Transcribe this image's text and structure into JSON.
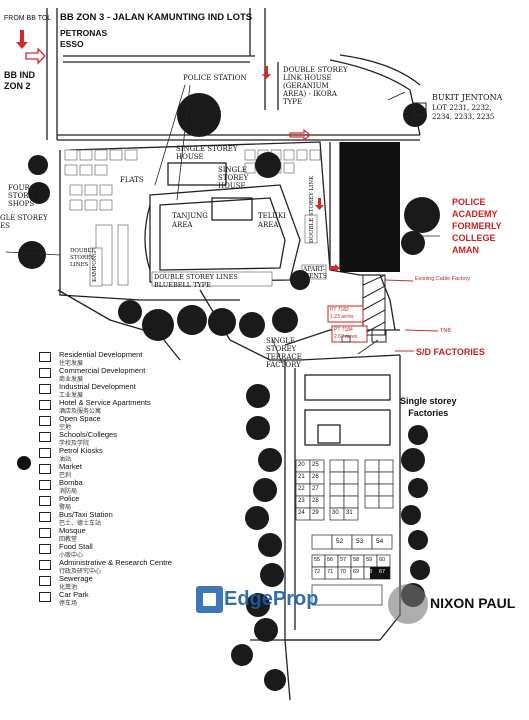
{
  "header": {
    "from_bb_toll": "FROM BB TOL",
    "zone3": "BB ZON 3 - JALAN KAMUNTING IND LOTS",
    "petronas": "PETRONAS",
    "esso": "ESSO",
    "bb_ind": "BB IND",
    "zon2": "ZON 2"
  },
  "handwritten": {
    "police_station": "POLICE STATION",
    "double_storey_link": "DOUBLE STOREY\nLINK HOUSE\n(GERANIUM\nAREA) - IKORA\nTYPE",
    "bukit_jentona": "BUKIT JENTONA",
    "bukit_lots": "LOT 2231, 2232,\n2234, 2233, 2235",
    "flats": "FLATS",
    "single_storey_house_top": "SINGLE STOREY\nHOUSE",
    "single_storey_house_mid": "SINGLE\nSTOREY\nHOUSE",
    "four_storey_shops": "FOUR\nSTOREY\nSHOPS",
    "single_storey_left": "GLE STOREY\nES",
    "tanjung_area": "TANJUNG\nAREA",
    "teluki_area": "TELUKI\nAREA",
    "double_storey_link_vertical": "DOUBLE STOREY LINK",
    "double_storey_lines": "DOUBLE\nSTOREY\nLINES",
    "kampung": "KAMPONG",
    "double_storey_bluebell": "DOUBLE STOREY LINES\nBLUEBELL TYPE",
    "apartments": "APART-\nMENTS",
    "single_storey_terrace": "SINGLE\nSTOREY\nTERRACE\nFACTORY"
  },
  "callouts": {
    "police_academy": "POLICE\nACADEMY\nFORMERLY\nCOLLEGE\nAMAN",
    "existing_cable_factory": "Existing Cable Factory",
    "pt7182": "PT 7182\n1.23 acres",
    "pt7184": "PT 7184\n2.62 acres",
    "tnb": "TNB",
    "sd_factories": "S/D FACTORIES",
    "single_storey_factories": "Single storey\nFactories"
  },
  "legend": [
    {
      "en": "Residential Development",
      "zh": "住宅发展"
    },
    {
      "en": "Commercial Development",
      "zh": "商业发展"
    },
    {
      "en": "Industrial Development",
      "zh": "工业发展"
    },
    {
      "en": "Hotel & Service Apartments",
      "zh": "酒店及服务公寓"
    },
    {
      "en": "Open Space",
      "zh": "空地"
    },
    {
      "en": "Schools/Colleges",
      "zh": "学校及学院"
    },
    {
      "en": "Petrol Kiosks",
      "zh": "油站"
    },
    {
      "en": "Market",
      "zh": "巴刹"
    },
    {
      "en": "Bomba",
      "zh": "消防局"
    },
    {
      "en": "Police",
      "zh": "警局"
    },
    {
      "en": "Bus/Taxi Station",
      "zh": "巴士、德士车站"
    },
    {
      "en": "Mosque",
      "zh": "回教堂"
    },
    {
      "en": "Food Stall",
      "zh": "小贩中心"
    },
    {
      "en": "Administrative & Research Centre",
      "zh": "行政及研究中心"
    },
    {
      "en": "Sewerage",
      "zh": "化粪池"
    },
    {
      "en": "Car Park",
      "zh": "停车场"
    }
  ],
  "lots": {
    "row_labels": [
      "20",
      "25",
      "21",
      "26",
      "22",
      "27",
      "23",
      "28",
      "24",
      "29",
      "30",
      "31"
    ],
    "bottom_labels": [
      "52",
      "53",
      "54"
    ],
    "bottom_row2": [
      "55",
      "56",
      "57",
      "58",
      "59",
      "60"
    ],
    "bottom_row3": [
      "72",
      "71",
      "70",
      "69",
      "68",
      "67"
    ]
  },
  "watermark": {
    "brand": "EdgeProp",
    "agent": "NIXON PAUL"
  },
  "colors": {
    "red_label": "#cc1f1f",
    "arrow_red": "#d42a2a",
    "brand_blue": "#1b5fa8"
  }
}
